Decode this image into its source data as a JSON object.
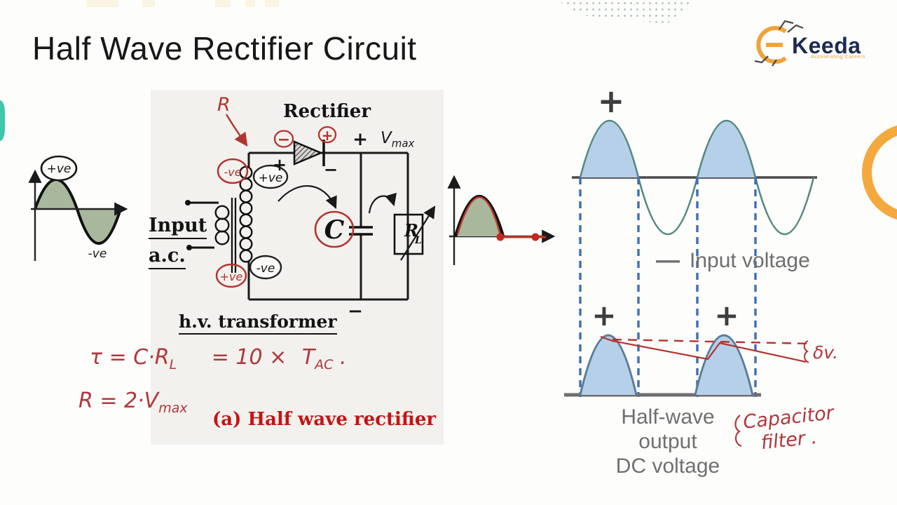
{
  "slide": {
    "title": "Half Wave Rectifier Circuit"
  },
  "logo": {
    "brand": "Keeda",
    "tagline": "Accelerating Careers"
  },
  "left_wave": {
    "positive": "+ve",
    "negative": "-ve"
  },
  "circuit": {
    "rectifier": "Rectifier",
    "r_note": "R",
    "ring_minus": "−",
    "ring_plus": "+",
    "anode_plus": "+",
    "cathode_minus": "−",
    "out_plus": "+",
    "vmax_v": "V",
    "vmax_sub": "max",
    "sec_top_red": "-ve",
    "sec_top_black": "+ve",
    "sec_bot_black": "-ve",
    "sec_bot_red": "+ve",
    "cap": "C",
    "load_r": "R",
    "load_sub": "L",
    "input_line1": "Input",
    "input_line2": "a.c.",
    "transformer": "h.v. transformer",
    "bottom_minus": "−"
  },
  "formulas": {
    "tc_lhs": "τ = C·R",
    "tc_lhs_sub": "L",
    "tc_rhs": "= 10 ×",
    "tc_sym": "T",
    "tc_sym_sub": "AC",
    "tc_end": ".",
    "piv": "R = 2·V",
    "piv_sub": "max",
    "caption": "(a) Half wave rectifier"
  },
  "waves": {
    "in_plus": "+",
    "legend_dash": "—",
    "legend": "Input voltage",
    "out_plus_1": "+",
    "out_plus_2": "+",
    "ripple": "δv.",
    "caption": [
      "Half-wave",
      "output",
      "DC voltage"
    ],
    "note_line1": "Capacitor",
    "note_line2": "filter ."
  },
  "colors": {
    "sage_fill": "#a9b89c",
    "blue_fill": "#b7d0e9",
    "sine_stroke": "#568b80",
    "hump_stroke": "#5b7e95",
    "dashed_blue": "#3f6db6",
    "red_ink": "#b0383c",
    "print_red": "#c51414",
    "gray_text": "#6e6e6e",
    "orange": "#f3a93d",
    "teal": "#3cc8a9",
    "navy": "#1d2a52"
  }
}
